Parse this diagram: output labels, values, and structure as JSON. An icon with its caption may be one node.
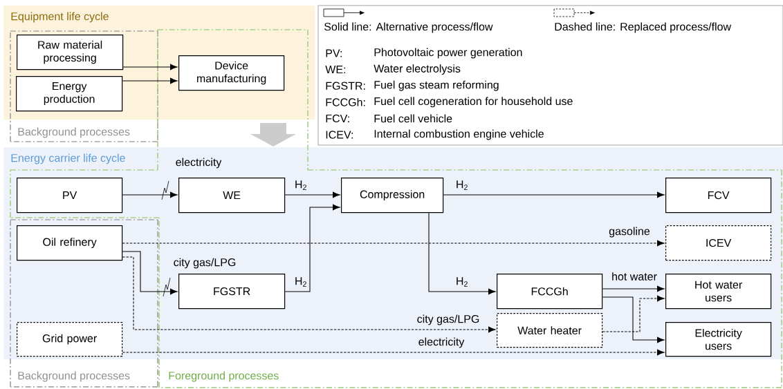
{
  "diagram": {
    "nodes": [
      {
        "text": [
          "Equipment life cycle"
        ]
      },
      {
        "text": [
          "Raw material processing"
        ],
        "in": 0
      },
      {
        "text": [
          "Energy production"
        ],
        "in": 0
      },
      {
        "text": [
          "Device manufacturing"
        ],
        "in": 0
      },
      {
        "text": [
          "Energy carrier life cycle"
        ]
      },
      {
        "text": [
          "PV"
        ],
        "in": 4
      },
      {
        "text": [
          "WE"
        ],
        "in": 4
      },
      {
        "text": [
          "Compression"
        ],
        "in": 4
      },
      {
        "text": [
          "FCV"
        ],
        "in": 4
      },
      {
        "text": [
          "Oil refinery"
        ],
        "in": 4
      },
      {
        "text": [
          "ICEV"
        ],
        "in": 4
      },
      {
        "text": [
          "FGSTR"
        ],
        "in": 4
      },
      {
        "text": [
          "FCCGh"
        ],
        "in": 4
      },
      {
        "text": [
          "Hot water users"
        ],
        "in": 4
      },
      {
        "text": [
          "Water heater"
        ],
        "in": 4
      },
      {
        "text": [
          "Grid power"
        ],
        "in": 4
      },
      {
        "text": [
          "Electricity users"
        ],
        "in": 4
      }
    ],
    "edges": [
      {
        "from": 1,
        "to": 3,
        "arrow": "to"
      },
      {
        "from": 2,
        "to": 3,
        "arrow": "to"
      },
      {
        "from": 5,
        "to": 6,
        "arrow": "to",
        "label": "electricity"
      },
      {
        "from": 6,
        "to": 7,
        "arrow": "to",
        "label": "H$_{2}$"
      },
      {
        "from": 11,
        "to": 7,
        "arrow": "to",
        "label": "H$_{2}$"
      },
      {
        "from": 7,
        "to": 8,
        "arrow": "to",
        "label": "H$_{2}$"
      },
      {
        "from": 7,
        "to": 12,
        "arrow": "to",
        "label": "H$_{2}$"
      },
      {
        "from": 9,
        "to": 10,
        "arrow": "to",
        "label": "gasoline",
        "style": "dashed"
      },
      {
        "from": 9,
        "to": 11,
        "arrow": "to",
        "label": "city gas/LPG"
      },
      {
        "from": 9,
        "to": 14,
        "arrow": "to",
        "label": "city gas/LPG",
        "style": "dashed"
      },
      {
        "from": 12,
        "to": 13,
        "arrow": "to",
        "label": "hot water"
      },
      {
        "from": 12,
        "to": 16,
        "arrow": "to"
      },
      {
        "from": 14,
        "to": 13,
        "arrow": "to",
        "style": "dashed"
      },
      {
        "from": 15,
        "to": 16,
        "arrow": "to",
        "label": "electricity",
        "style": "dashed"
      }
    ],
    "labels": [
      "PV:",
      "Photovoltaic power generation",
      "WE:",
      "Water electrolysis",
      "FGSTR:",
      "Fuel gas steam reforming",
      "FCCGh:",
      "Fuel cell cogeneration for household use",
      "FCV:",
      "Fuel cell vehicle",
      "ICEV:",
      "Internal combustion engine vehicle",
      "Background processes",
      "Background processes",
      "Foreground processes"
    ],
    "legend": [
      {
        "text": "Solid line: Alternative process/flow"
      },
      {
        "text": "Dashed line: Replaced process/flow"
      }
    ]
  }
}
